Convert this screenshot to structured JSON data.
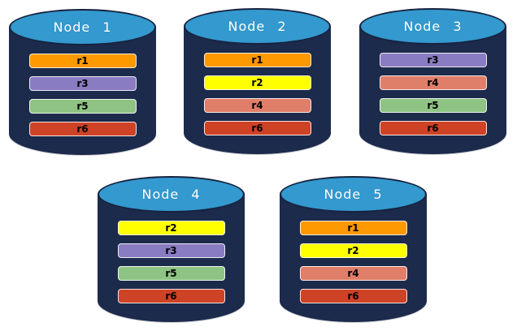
{
  "diagram": {
    "title": "replicated-database-cluster",
    "background": "#ffffff",
    "cylinder_body_color": "#1C2A4C",
    "cylinder_top_color": "#3399CE",
    "cylinder_top_border_color": "#17233F",
    "bar_border_color": "rgba(255,255,255,0.85)",
    "bar_text_color": "#000000",
    "label_text_color": "#ffffff"
  },
  "replica_colors": {
    "r1": "#FF9900",
    "r2": "#FFFF00",
    "r3": "#8A7CC2",
    "r4": "#DF7E69",
    "r5": "#8EC383",
    "r6": "#CE4225"
  },
  "nodes": [
    {
      "label": "Node 1",
      "replicas": [
        "r1",
        "r3",
        "r5",
        "r6"
      ]
    },
    {
      "label": "Node 2",
      "replicas": [
        "r1",
        "r2",
        "r4",
        "r6"
      ]
    },
    {
      "label": "Node 3",
      "replicas": [
        "r3",
        "r4",
        "r5",
        "r6"
      ]
    },
    {
      "label": "Node 4",
      "replicas": [
        "r2",
        "r3",
        "r5",
        "r6"
      ]
    },
    {
      "label": "Node 5",
      "replicas": [
        "r1",
        "r2",
        "r4",
        "r6"
      ]
    }
  ]
}
